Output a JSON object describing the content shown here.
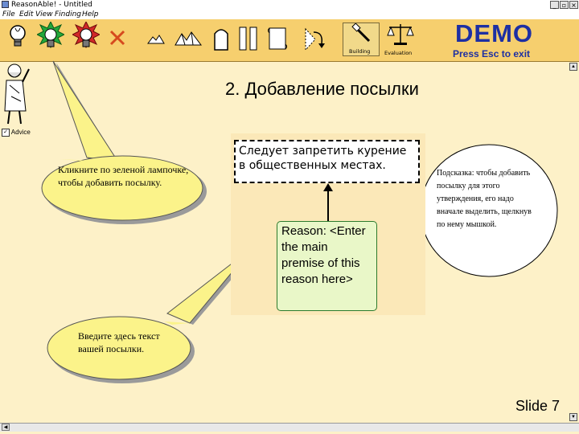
{
  "window": {
    "title": "ReasonAble! - Untitled",
    "minimize_glyph": "_",
    "restore_glyph": "▫",
    "close_glyph": "×"
  },
  "menu": [
    "File",
    "Edit",
    "View",
    "Finding",
    "Help"
  ],
  "toolbar": {
    "icons": [
      "plain-bulb-icon",
      "green-bulb-icon",
      "red-bulb-icon",
      "delete-x-icon",
      "rubble-icon",
      "broken-pieces-icon",
      "arch-icon",
      "columns-icon",
      "scroll-icon",
      "undo-icon",
      "building-icon",
      "evaluation-scales-icon"
    ],
    "building_label": "Building",
    "evaluation_label": "Evaluation"
  },
  "demo": {
    "title": "DEMO",
    "subtitle": "Press Esc to exit"
  },
  "advisor": {
    "checkbox_label": "Advice",
    "checked": true,
    "check_glyph": "✓"
  },
  "slide_title": "2. Добавление посылки",
  "argument": {
    "claim": "Следует запретить курение в общественных местах.",
    "reason": "Reason: <Enter the main premise of this reason here>"
  },
  "bubbles": {
    "top": "Кликните по зеленой лампочке, чтобы добавить посылку.",
    "bottom": "Введите здесь текст вашей посылки.",
    "hint": "Подсказка: чтобы добавить посылку для этого утверждения, его надо вначале выделить, щелкнув по нему мышкой."
  },
  "slide_number": "Slide 7",
  "colors": {
    "toolbar": "#f6cf6e",
    "workspace": "#fdf1c8",
    "demo": "#1d2fa3",
    "bubble": "#fbf38a",
    "reason_fill": "#e9f7c8",
    "reason_border": "#2c7a2c"
  }
}
